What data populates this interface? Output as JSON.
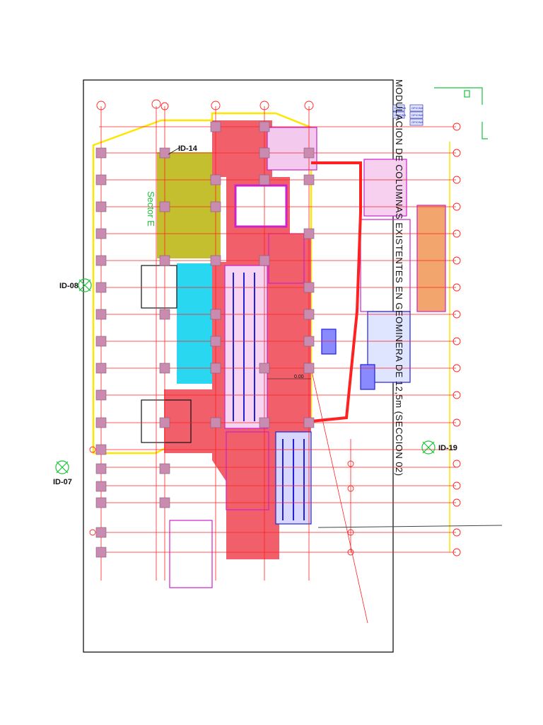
{
  "title": "MODULACION DE COLUMNAS EXISTENTES EN GEOMINERA DE 12,5m (SECCION 02)",
  "sector_label": "Sector E",
  "markers": {
    "id_14": "ID-14",
    "id_08": "ID-08",
    "id_07": "ID-07",
    "id_19": "ID-19"
  },
  "dimension_label": "0.00",
  "oficina_labels": [
    "OFICINA",
    "OFICINA",
    "OFICINA",
    "OFICINA",
    "OFICINA"
  ],
  "colors": {
    "grid": "#ff2020",
    "core": "#f05f6a",
    "pool": "#29d8f0",
    "olive": "#c3bf2e",
    "equipment": "#cc22cc",
    "blue": "#2020dd",
    "yellow": "#ffe600",
    "green": "#19c43a",
    "frame": "#000000"
  }
}
